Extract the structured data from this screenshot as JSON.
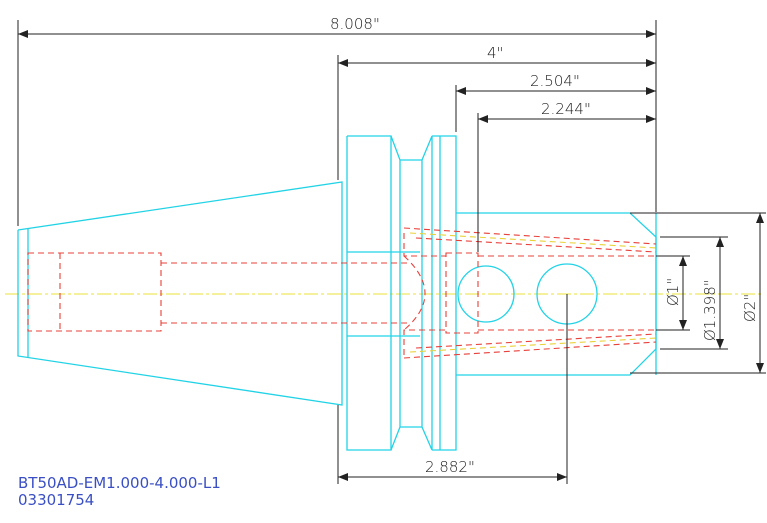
{
  "dimensions": {
    "overall_length": "8.008\"",
    "gauge_to_end": "4\"",
    "flange_length": "2.504\"",
    "bore_depth": "2.244\"",
    "setscrew_location": "2.882\"",
    "bore_diameter": "Ø1\"",
    "nose_diameter_inner": "Ø1.398\"",
    "nose_diameter_outer": "Ø2\""
  },
  "part": {
    "number": "BT50AD-EM1.000-4.000-L1",
    "code": "03301754"
  },
  "colors": {
    "outline": "#22d3e6",
    "hidden": "#e8403a",
    "hidden_alt": "#e8d23a",
    "centerline": "#e8e03a",
    "dimension": "#222222",
    "title_text": "#3a4fc4"
  }
}
